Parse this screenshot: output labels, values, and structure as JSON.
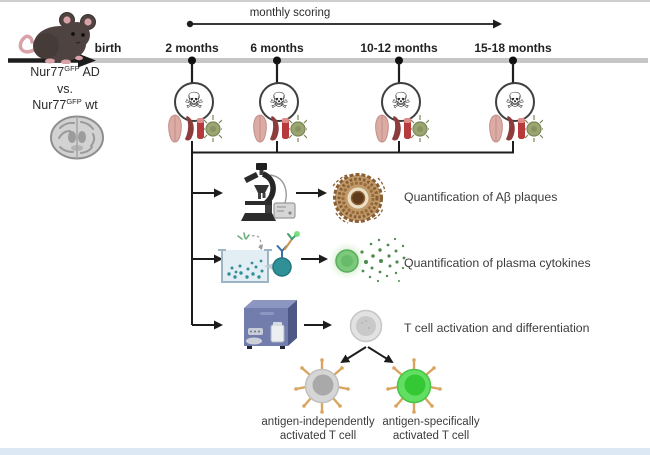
{
  "header": {
    "monthly_scoring_label": "monthly scoring"
  },
  "timeline": {
    "birth_label": "birth",
    "timepoints": [
      {
        "label": "2 months"
      },
      {
        "label": "6 months"
      },
      {
        "label": "10-12 months"
      },
      {
        "label": "15-18 months"
      }
    ]
  },
  "cohort": {
    "line1_prefix": "Nur77",
    "line1_sup": "GFP",
    "line1_suffix": " AD",
    "line2": "vs.",
    "line3_prefix": "Nur77",
    "line3_sup": "GFP",
    "line3_suffix": " wt"
  },
  "icons": {
    "skull": "☠",
    "names": [
      "mouse-icon",
      "brain-mri-icon",
      "skull-crossbones-icon",
      "brain-organ-icon",
      "spleen-icon",
      "blood-tube-icon",
      "microglia-icon",
      "microscope-icon",
      "amyloid-plaque-icon",
      "cytokine-assay-icon",
      "activated-cell-glow-icon",
      "flow-cytometer-icon",
      "t-cell-icon"
    ]
  },
  "readouts": [
    {
      "label": "Quantification of Aβ plaques"
    },
    {
      "label": "Quantification of plasma cytokines"
    },
    {
      "label": "T cell activation and differentiation"
    }
  ],
  "outcomes": [
    {
      "line1": "antigen-independently",
      "line2": "activated T cell"
    },
    {
      "line1": "antigen-specifically",
      "line2": "activated T cell"
    }
  ],
  "colors": {
    "timeline_gray": "#c6c6c6",
    "line_black": "#1d1d1d",
    "brain_pink": "#dcaba4",
    "spleen_red": "#8e3b3b",
    "blood_red": "#b8393c",
    "microglia_green": "#9aa571",
    "plaque_brown": "#c09a6b",
    "plaque_core": "#5f3b1c",
    "cytokine_teal": "#2f9097",
    "cytokine_green": "#7cc87c",
    "cytometer_blue": "#727cad",
    "tcell_gray_body": "#d6d6d6",
    "tcell_gray_nucleus": "#a9a9a9",
    "tcell_green_body": "#62de62",
    "tcell_green_nucleus": "#35c835",
    "receptor_tan": "#d9a45f"
  }
}
